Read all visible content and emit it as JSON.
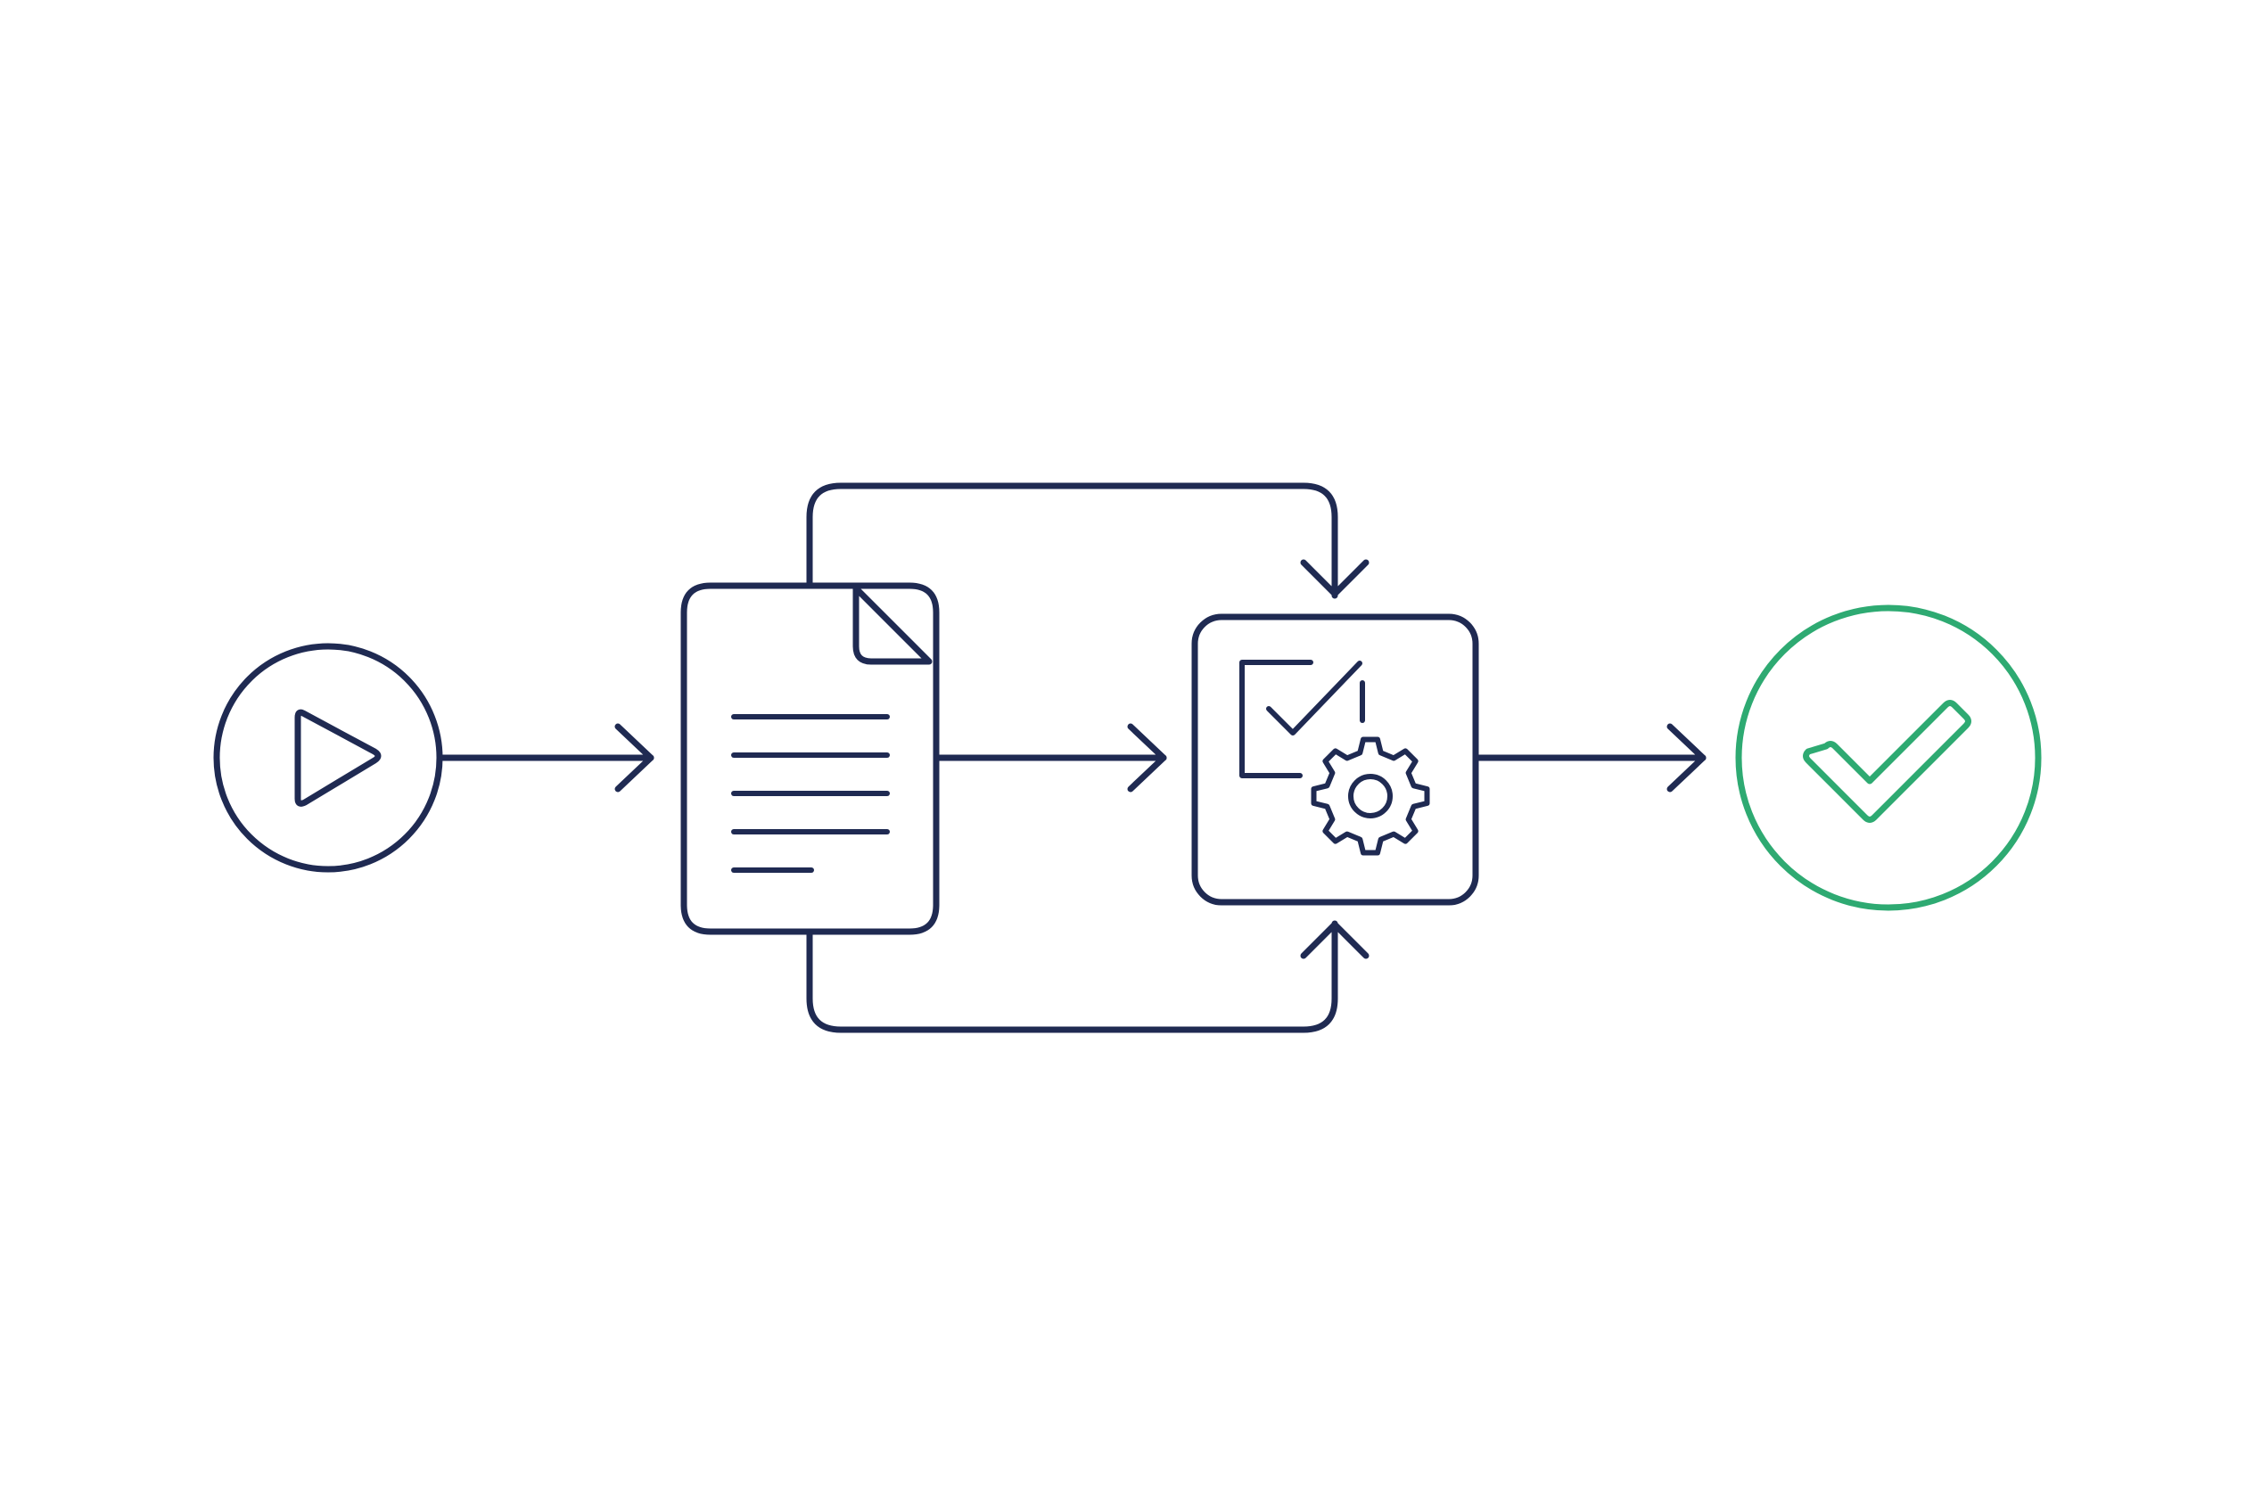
{
  "diagram": {
    "nodes": [
      {
        "id": "start",
        "kind": "start",
        "icon": "play-icon"
      },
      {
        "id": "document",
        "kind": "process",
        "icon": "document-icon"
      },
      {
        "id": "validation",
        "kind": "process",
        "icon": "checklist-gear-icon"
      },
      {
        "id": "complete",
        "kind": "end",
        "icon": "check-icon"
      }
    ],
    "edges": [
      {
        "from": "start",
        "to": "document"
      },
      {
        "from": "document",
        "to": "validation"
      },
      {
        "from": "document",
        "to": "validation",
        "route": "top"
      },
      {
        "from": "document",
        "to": "validation",
        "route": "bottom"
      },
      {
        "from": "validation",
        "to": "complete"
      }
    ]
  },
  "colors": {
    "primary": "#1f2a52",
    "success": "#2eaa72",
    "background": "#ffffff"
  }
}
